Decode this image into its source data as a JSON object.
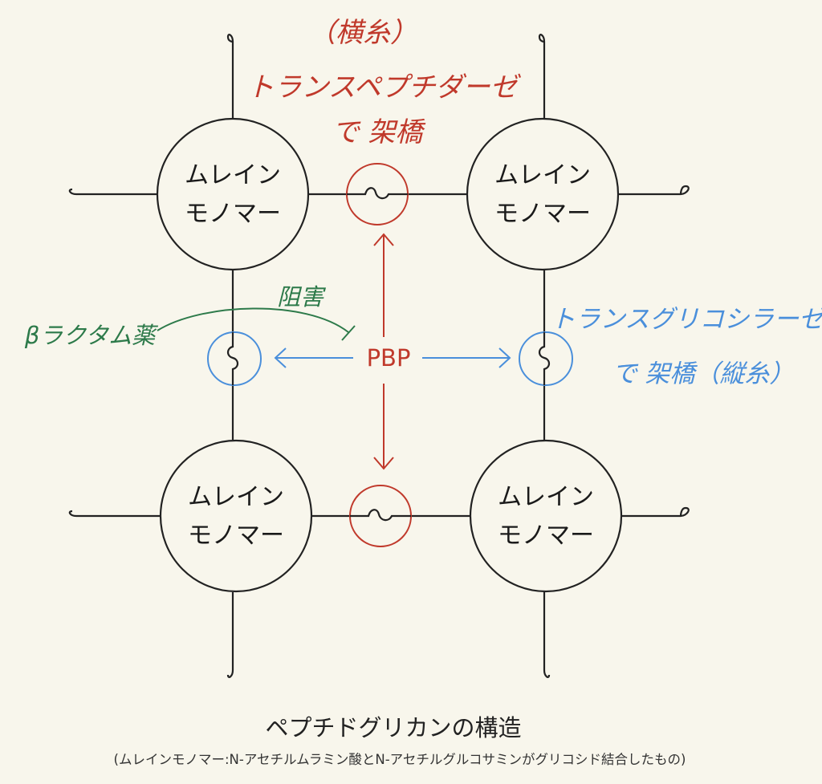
{
  "monomer": {
    "line1": "ムレイン",
    "line2": "モノマー"
  },
  "pbp_label": "PBP",
  "annotations": {
    "horizontal": {
      "line1": "（横糸）",
      "line2": "トランスペプチダーゼ",
      "line3": "で 架橋"
    },
    "vertical": {
      "line1": "トランスグリコシラーゼ",
      "line2": "で 架橋（縦糸）"
    },
    "inhibition": {
      "label": "阻害",
      "drug": "βラクタム薬"
    }
  },
  "caption": {
    "title": "ペプチドグリカンの構造",
    "subtitle": "(ムレインモノマー:N-アセチルムラミン酸とN-アセチルグルコサミンがグリコシド結合したもの)"
  },
  "colors": {
    "transpeptidase": "#c0392b",
    "transglycosylase": "#4a8fdb",
    "beta_lactam": "#2d7a4a",
    "background": "#f8f6ec"
  }
}
